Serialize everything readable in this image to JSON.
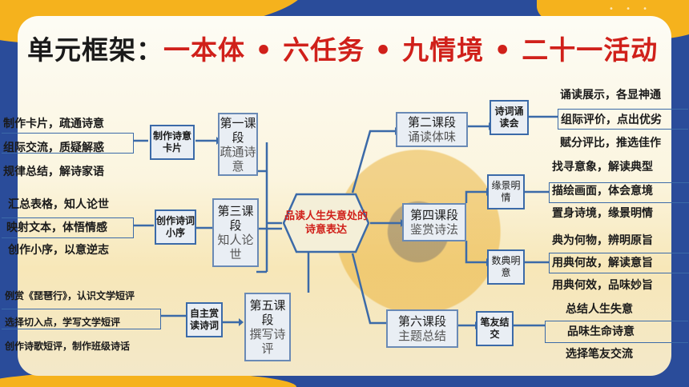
{
  "title": {
    "main": "单元框架：",
    "sub": "一本体 • 六任务 • 九情境 • 二十一活动"
  },
  "center": "品读人生失意处的诗意表达",
  "lessons": {
    "l1": {
      "a": "第一课段",
      "b": "疏通诗意"
    },
    "l2": {
      "a": "第二课段",
      "b": "诵读体味"
    },
    "l3": {
      "a": "第三课段",
      "b": "知人论世"
    },
    "l4": {
      "a": "第四课段",
      "b": "鉴赏诗法"
    },
    "l5": {
      "a": "第五课段",
      "b": "撰写诗评"
    },
    "l6": {
      "a": "第六课段",
      "b": "主题总结"
    }
  },
  "situations": {
    "card": "制作诗意卡片",
    "seq": "创作诗词小序",
    "self": "自主赏读诗词",
    "recite": "诗词诵读会",
    "scene": "缘景明情",
    "allusion": "数典明意",
    "friend": "笔友结交"
  },
  "activities": {
    "card": [
      "制作卡片，疏通诗意",
      "组际交流，质疑解惑",
      "规律总结，解诗家语"
    ],
    "seq": [
      "汇总表格，知人论世",
      "映射文本，体悟情感",
      "创作小序，以意逆志"
    ],
    "self": [
      "例赏《琵琶行》，认识文学短评",
      "选择切入点，学写文学短评",
      "创作诗歌短评，制作班级诗话"
    ],
    "recite": [
      "诵读展示，各显神通",
      "组际评价，点出优劣",
      "赋分评比，推选佳作"
    ],
    "scene": [
      "找寻意象，解读典型",
      "描绘画面，体会意境",
      "置身诗境，缘景明情"
    ],
    "allusion": [
      "典为何物，辨明原旨",
      "用典何故，解读意旨",
      "用典何效，品味妙旨"
    ],
    "friend": [
      "总结人生失意",
      "品味生命诗意",
      "选择笔友交流"
    ]
  }
}
